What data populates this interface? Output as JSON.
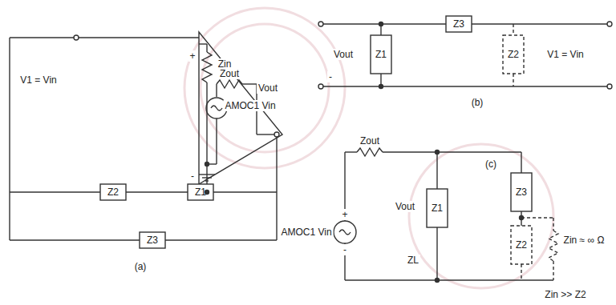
{
  "diagram": {
    "labels": [
      "Zin",
      "Zout",
      "AMOC1 Vin",
      "V1 = Vin",
      "Vout",
      "Z2",
      "Z1",
      "Z3",
      "(a)",
      "+",
      "-",
      "Z3",
      "Z1",
      "Z2",
      "Vout",
      "V1 = Vin",
      "(b)",
      "-",
      "Zout",
      "AMOC1 Vin",
      "Vout",
      "Z1",
      "Z3",
      "Z2",
      "Zin ≈ ∞ Ω",
      "ZL",
      "Zin >> Z2",
      "(c)",
      "+",
      "-"
    ]
  }
}
